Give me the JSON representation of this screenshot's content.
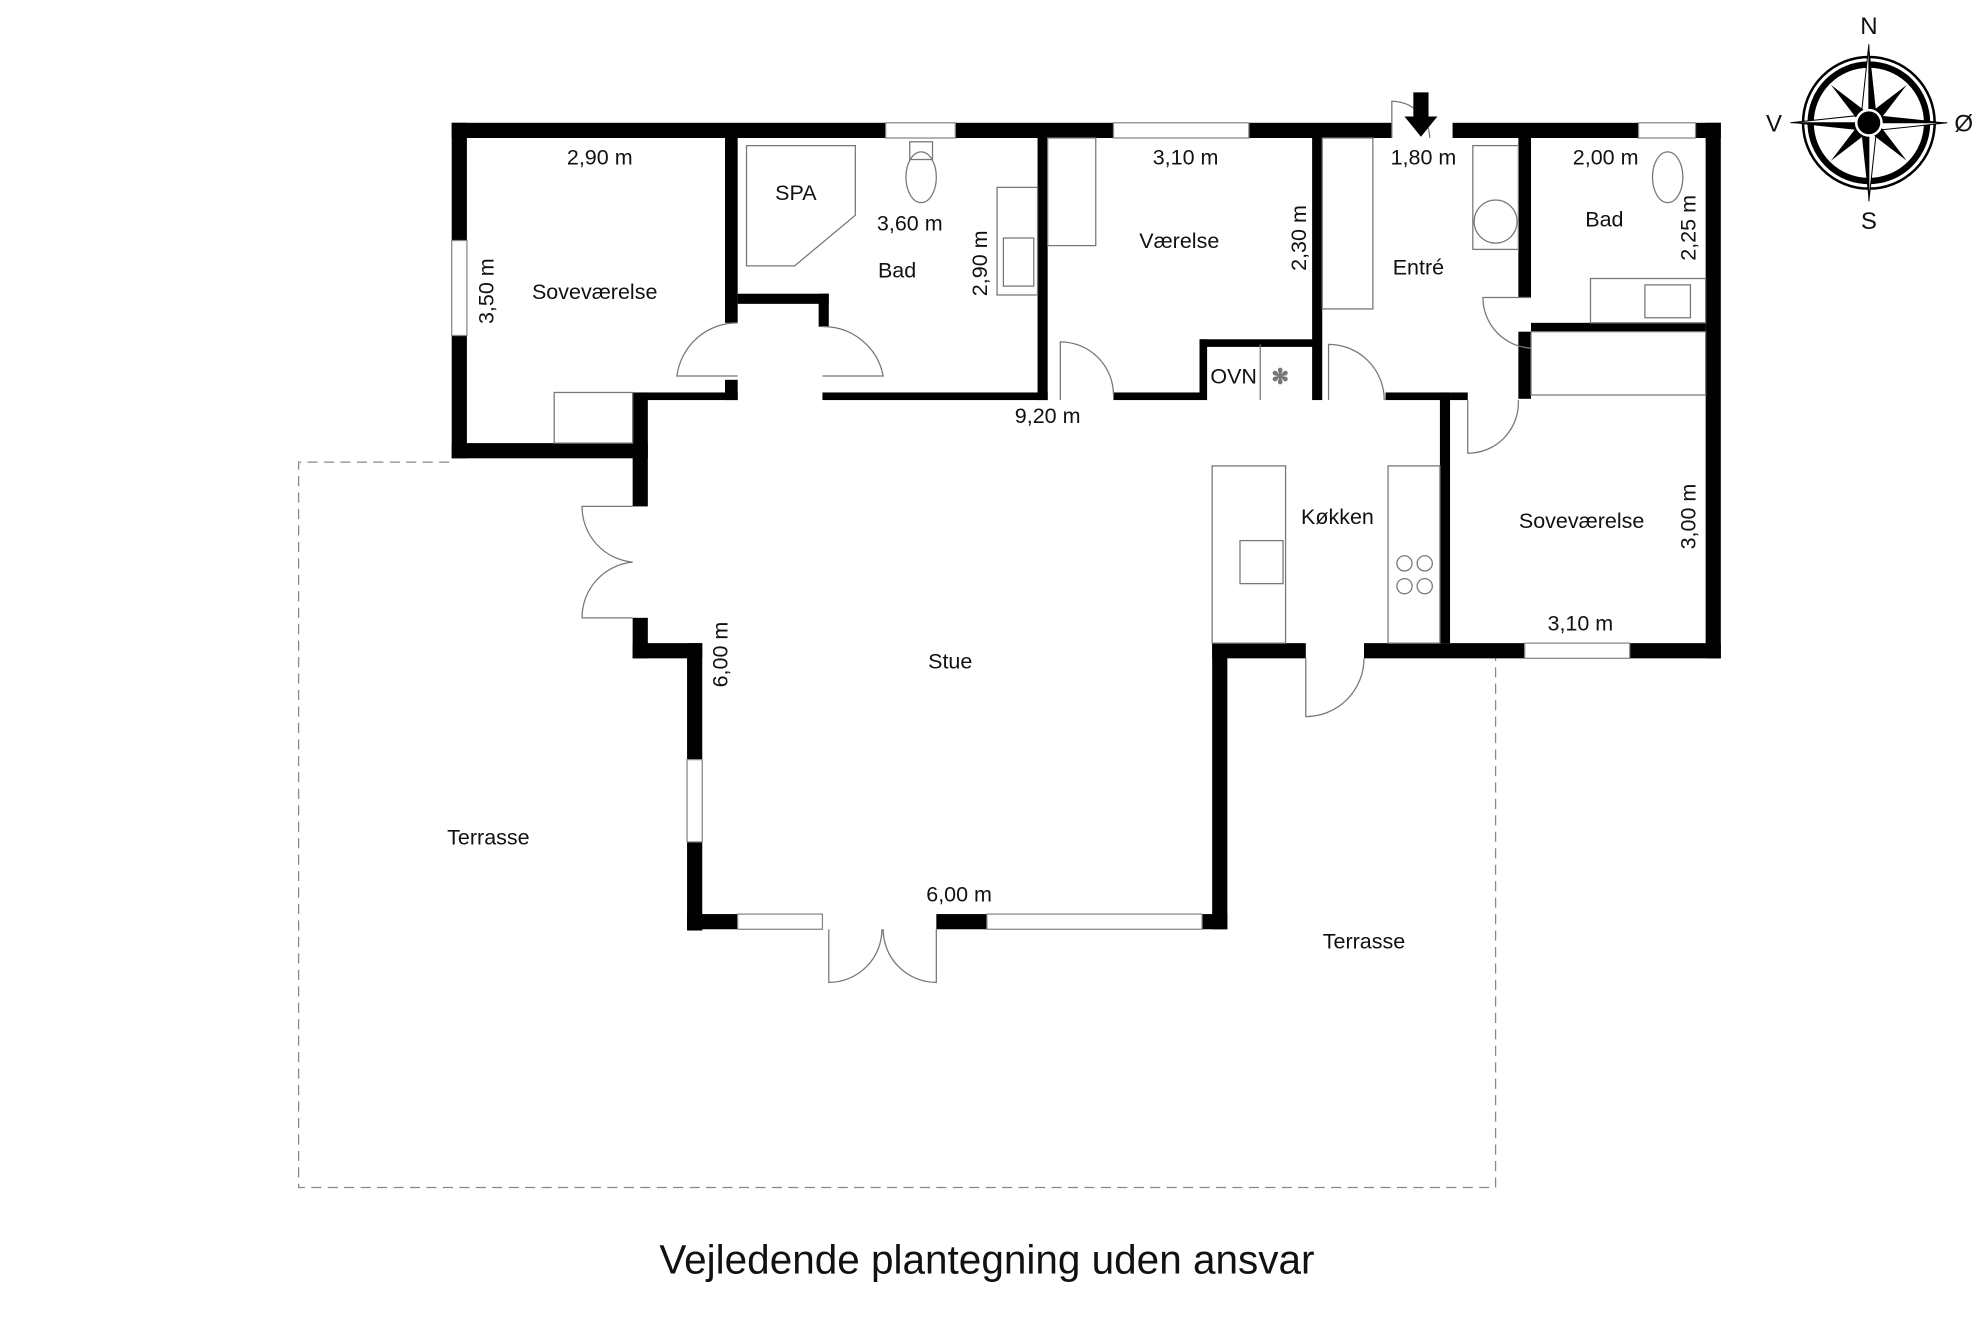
{
  "rooms": {
    "bedroom_nw": {
      "name": "Soveværelse",
      "width": "2,90 m",
      "height": "3,50 m"
    },
    "bath_large": {
      "name": "Bad",
      "spa": "SPA",
      "width": "3,60 m",
      "height": "2,90 m"
    },
    "room": {
      "name": "Værelse",
      "width": "3,10 m",
      "height": "2,30 m"
    },
    "entry": {
      "name": "Entré",
      "width": "1,80 m"
    },
    "bath_small": {
      "name": "Bad",
      "width": "2,00 m",
      "height": "2,25 m"
    },
    "bedroom_se": {
      "name": "Soveværelse",
      "width": "3,10 m",
      "height": "3,00 m"
    },
    "kitchen": {
      "name": "Køkken",
      "oven": "OVN"
    },
    "living": {
      "name": "Stue",
      "width": "6,00 m",
      "height": "6,00 m"
    },
    "terrace_w": {
      "name": "Terrasse"
    },
    "terrace_e": {
      "name": "Terrasse"
    }
  },
  "overall_width": "9,20 m",
  "compass": {
    "n": "N",
    "s": "S",
    "w": "V",
    "e": "Ø"
  },
  "caption": "Vejledende plantegning uden ansvar"
}
